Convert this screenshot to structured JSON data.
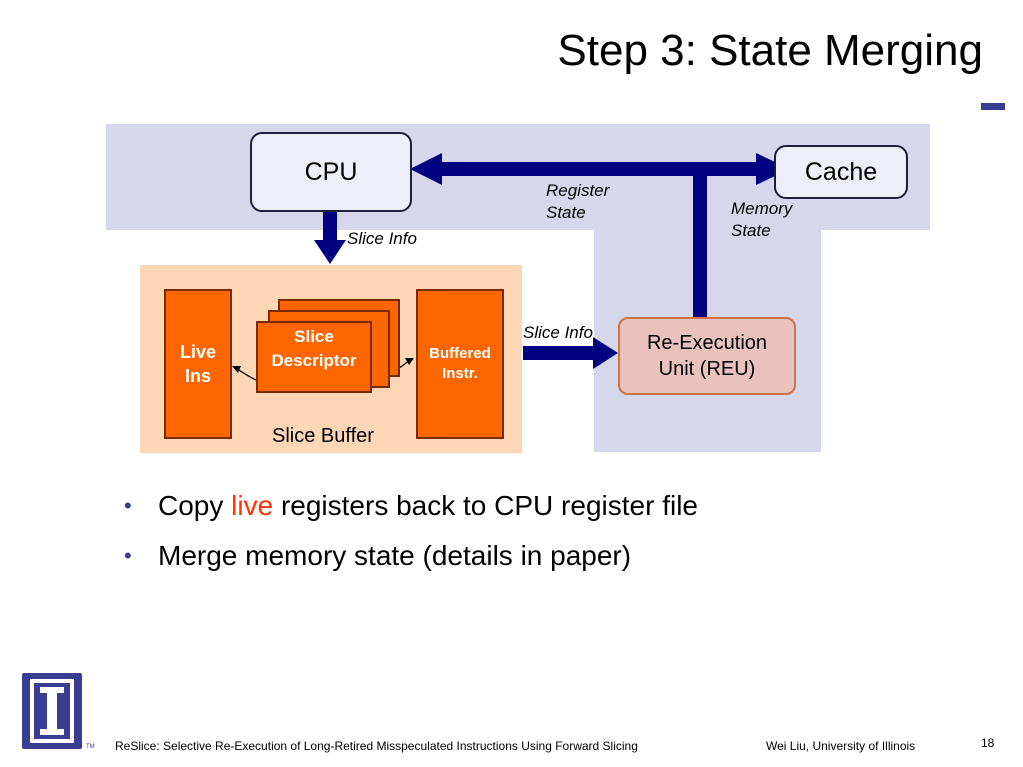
{
  "slide": {
    "title": "Step 3: State Merging",
    "page_number": "18"
  },
  "diagram": {
    "cpu": "CPU",
    "cache": "Cache",
    "register_state": "Register State",
    "register_state_l1": "Register",
    "register_state_l2": "State",
    "memory_state_l1": "Memory",
    "memory_state_l2": "State",
    "slice_info_top": "Slice Info",
    "slice_info_right": "Slice Info",
    "live_ins_l1": "Live",
    "live_ins_l2": "Ins",
    "slice_descriptor_l1": "Slice",
    "slice_descriptor_l2": "Descriptor",
    "buffered_l1": "Buffered",
    "buffered_l2": "Instr.",
    "slice_buffer": "Slice Buffer",
    "reu_l1": "Re-Execution",
    "reu_l2": "Unit (REU)"
  },
  "bullets": {
    "b1_pre": "Copy ",
    "b1_highlight": "live",
    "b1_post": " registers back to CPU register file",
    "b2": "Merge memory state (details in paper)"
  },
  "footer": {
    "paper_title": "ReSlice: Selective Re-Execution of Long-Retired Misspeculated Instructions Using Forward Slicing",
    "author": "Wei Liu, University of Illinois",
    "tm": "TM"
  },
  "colors": {
    "arrow": "#000080",
    "highlight": "#ff3300",
    "accent": "#3a3e92"
  }
}
